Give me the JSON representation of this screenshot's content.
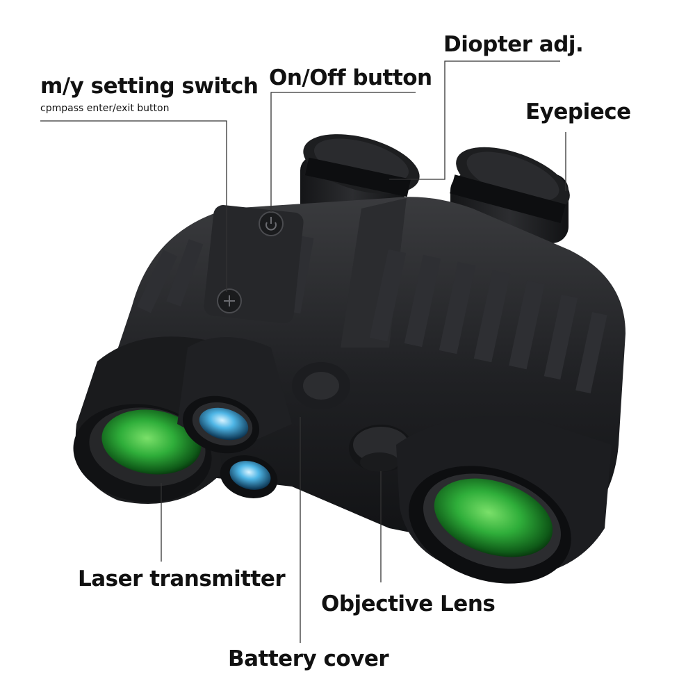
{
  "labels": {
    "switch": "m/y setting switch",
    "switch_sub": "cpmpass enter/exit button",
    "onoff": "On/Off button",
    "diopter": "Diopter adj.",
    "eyepiece": "Eyepiece",
    "laser": "Laser transmitter",
    "objective": "Objective Lens",
    "battery": "Battery cover"
  },
  "colors": {
    "body": "#1b1c1e",
    "body_highlight": "#3a3b3e",
    "lens_green": "#2fae3a",
    "lens_blue": "#4fb6e6",
    "leader_line": "#333333"
  }
}
